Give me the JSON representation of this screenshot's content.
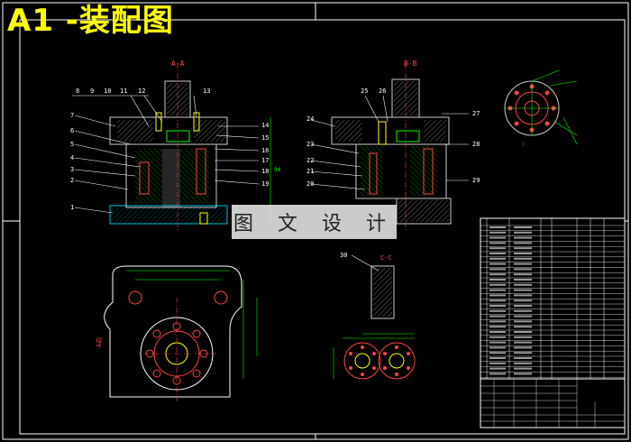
{
  "title": "A1 -装配图",
  "watermark": "图 文 设 计",
  "section_labels": {
    "aa": "A-A",
    "bb": "B-B",
    "cc": "C-C"
  },
  "part_numbers_left": [
    "7",
    "6",
    "5",
    "4",
    "3",
    "2",
    "1"
  ],
  "part_numbers_top": [
    "8",
    "9",
    "10",
    "11",
    "12",
    "13"
  ],
  "part_numbers_mid": [
    "14",
    "15",
    "16",
    "17",
    "18",
    "19"
  ],
  "part_numbers_bb_left": [
    "24",
    "23",
    "22",
    "21",
    "20"
  ],
  "part_numbers_bb_top": [
    "25",
    "26"
  ],
  "part_numbers_bb_right": [
    "27",
    "28",
    "29"
  ],
  "part_number_cc": "30",
  "view_a_label": "A向",
  "detail_label": "Ⅰ"
}
